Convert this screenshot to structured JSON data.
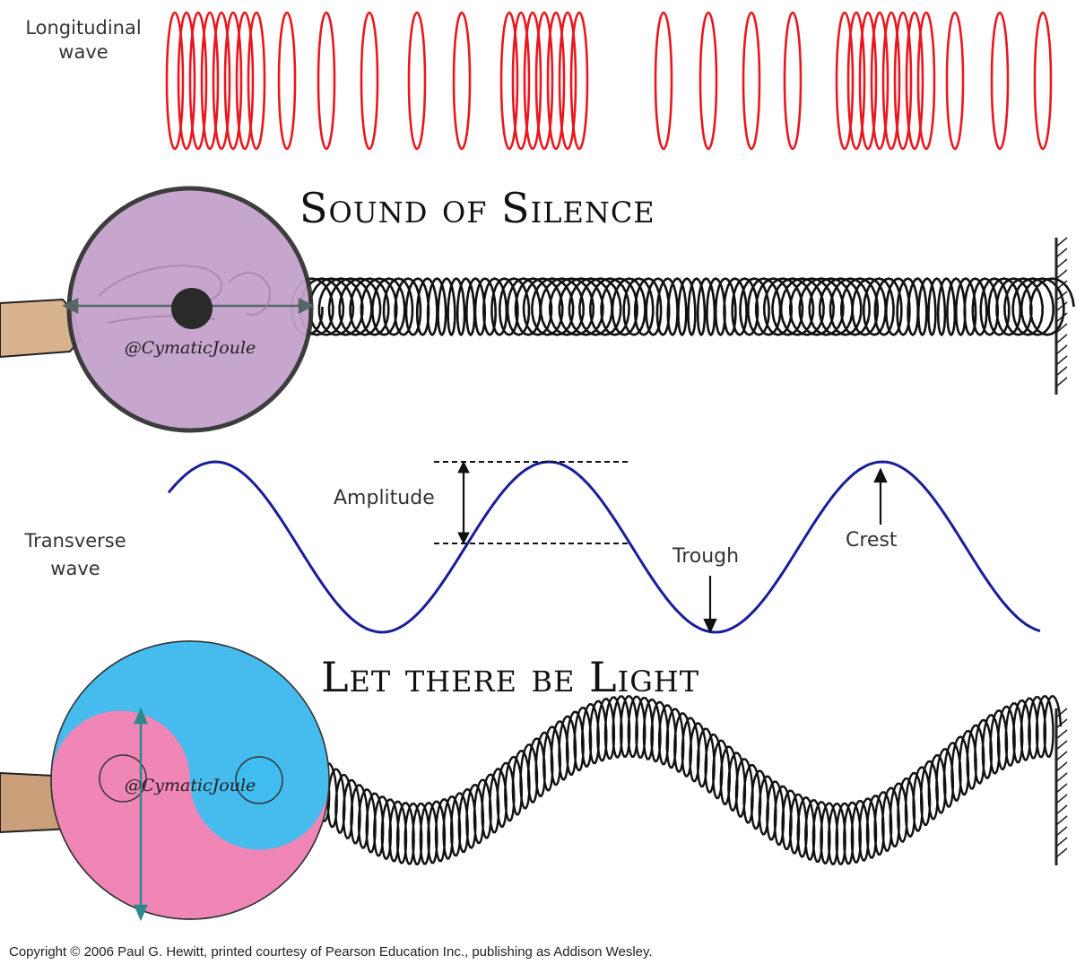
{
  "longitudinal": {
    "label_line1": "Longitudinal",
    "label_line2": "wave",
    "color": "#e8181f"
  },
  "sound_section": {
    "title": "Sound of Silence",
    "watermark": "@CymaticJoule",
    "disc_color": "#c5a2cc"
  },
  "transverse": {
    "label_line1": "Transverse",
    "label_line2": "wave",
    "color": "#1a1d9a",
    "annotations": {
      "amplitude": "Amplitude",
      "trough": "Trough",
      "crest": "Crest"
    }
  },
  "light_section": {
    "title": "Let there be Light",
    "watermark": "@CymaticJoule",
    "yin_color": "#3fbdf0",
    "yang_color": "#ef86b6"
  },
  "copyright": "Copyright © 2006 Paul G. Hewitt, printed courtesy of Pearson Education Inc., publishing as Addison Wesley."
}
